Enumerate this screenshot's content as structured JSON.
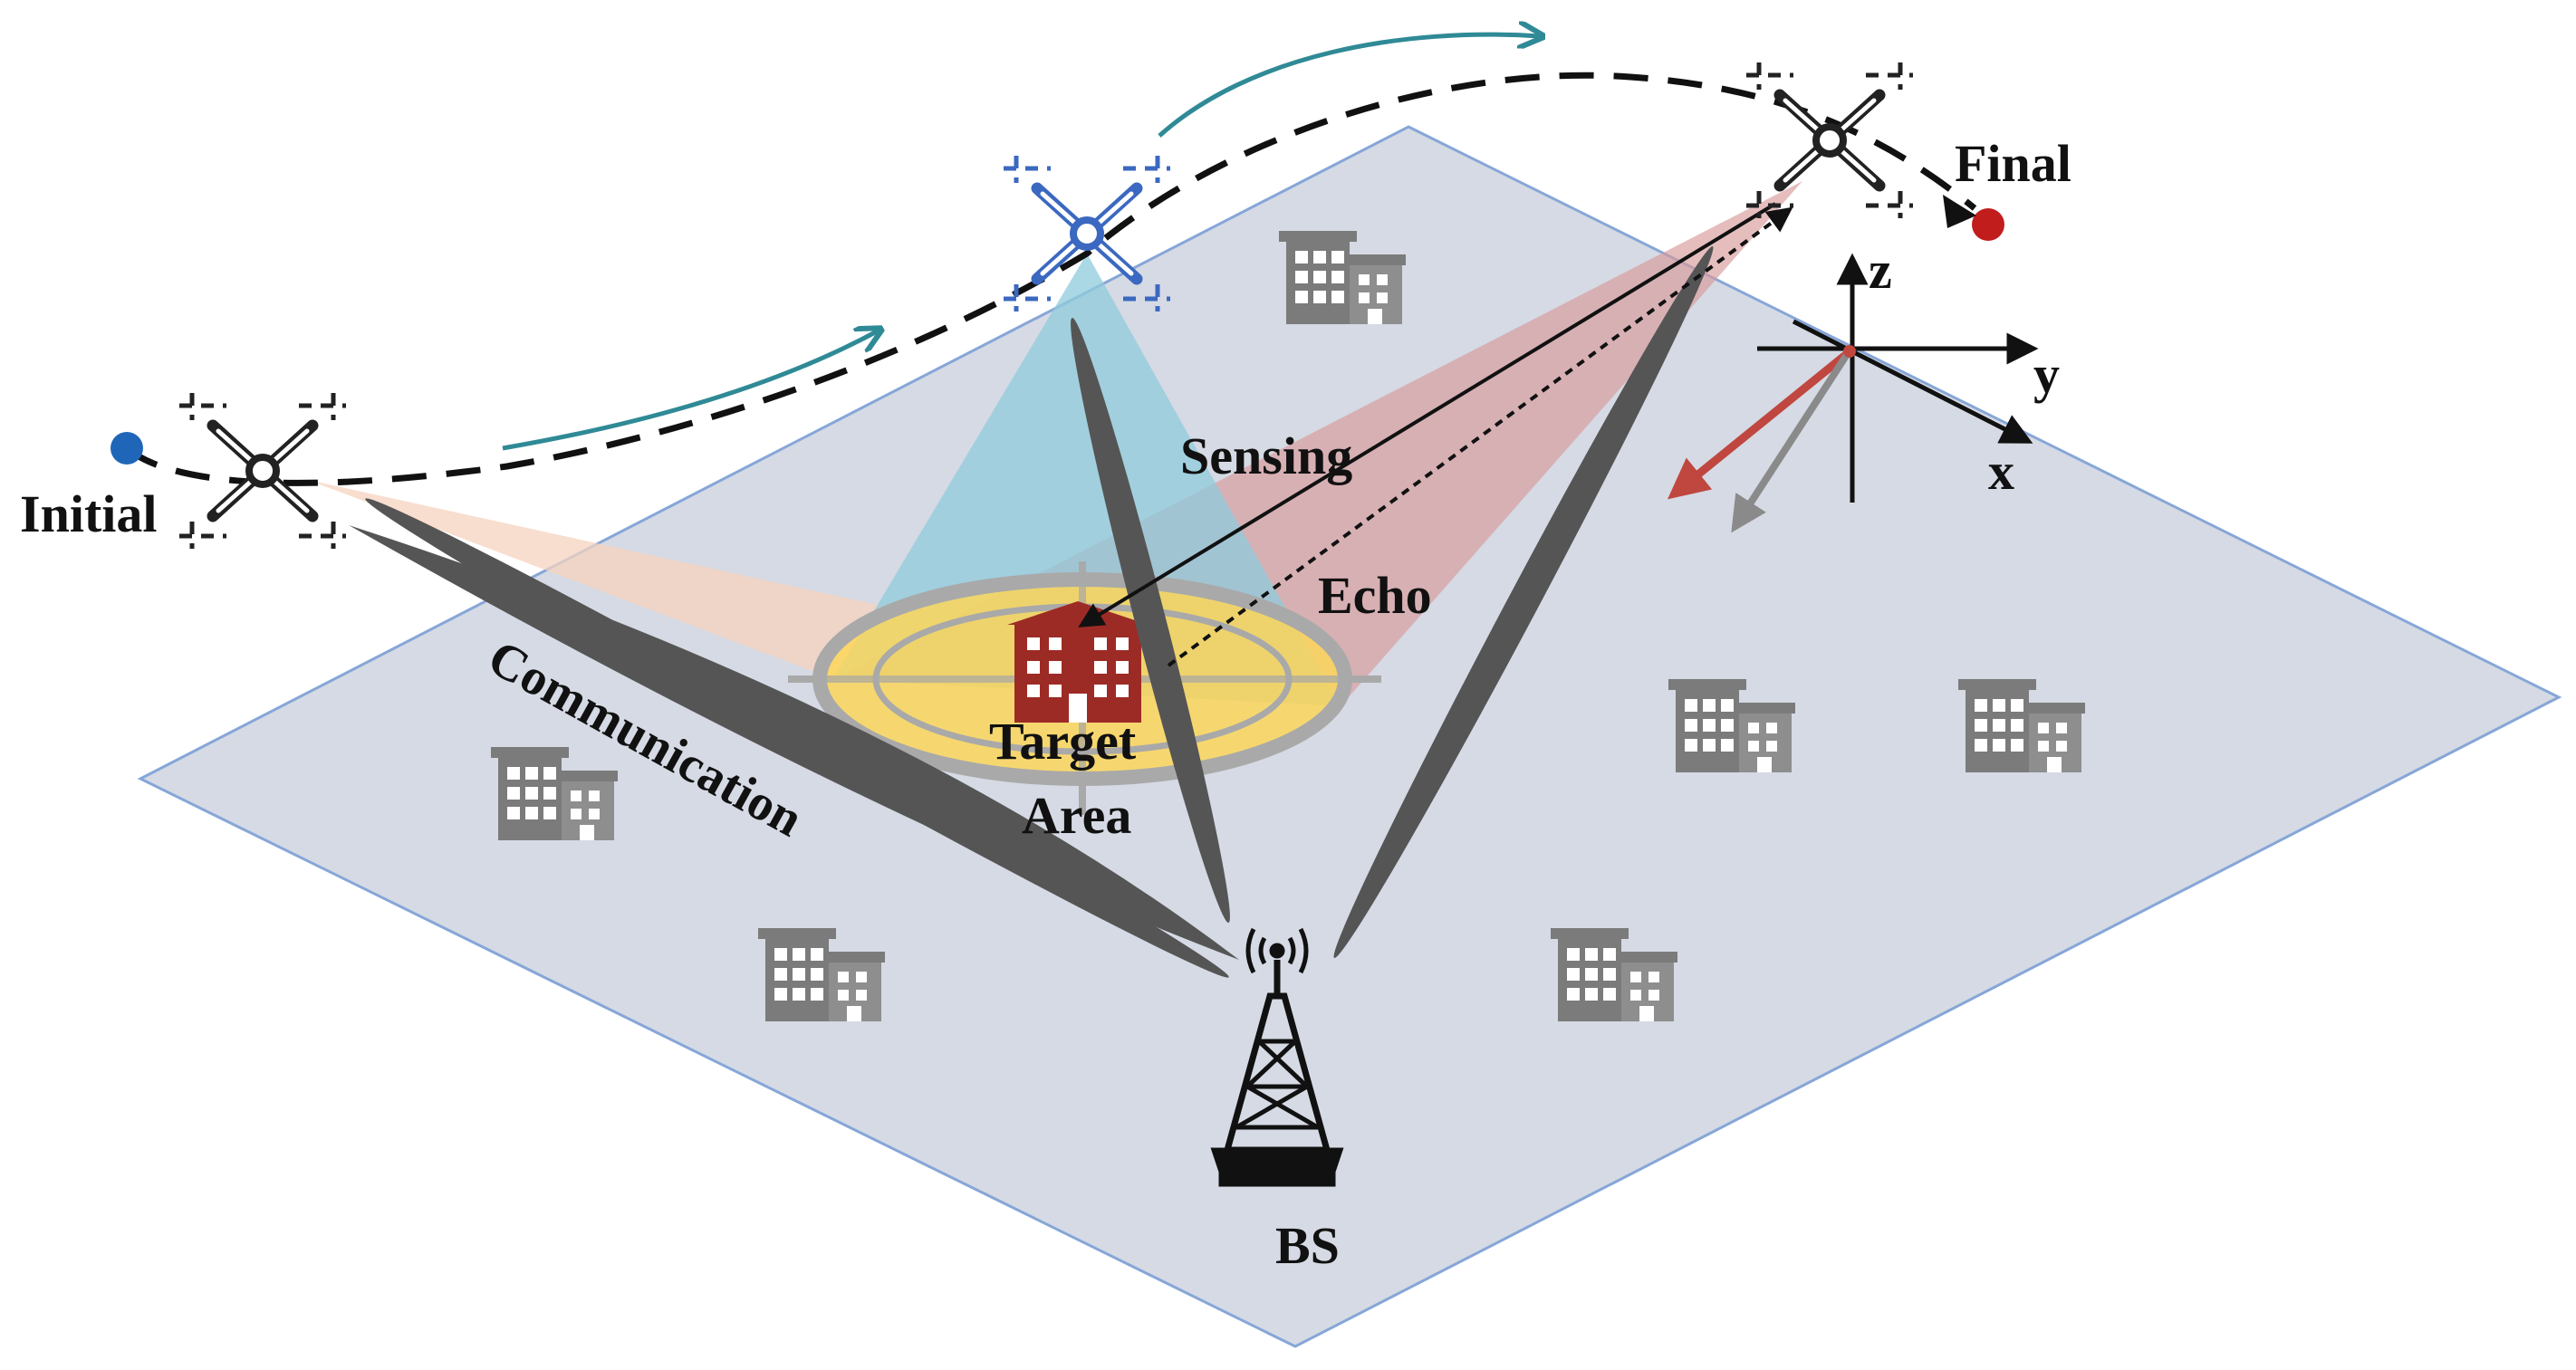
{
  "labels": {
    "initial": "Initial",
    "final": "Final",
    "sensing": "Sensing",
    "echo": "Echo",
    "communication": "Communication",
    "target_line1": "Target",
    "target_line2": "Area",
    "bs": "BS",
    "axis_x": "x",
    "axis_y": "y",
    "axis_z": "z"
  },
  "colors": {
    "ground": "#d5dae4",
    "ground_edge": "#86a6d8",
    "trajectory": "#111111",
    "motion_arrow": "#2f8a96",
    "uav_black": "#222222",
    "uav_blue": "#3b68c0",
    "comm_beam": "#555555",
    "sensing_beam": "#d99a9a",
    "blue_beam": "#8fcbdc",
    "orange_beam": "#f6d3bf",
    "target_fill": "#fcd65a",
    "target_ring": "#a9a9a9",
    "target_building": "#9d2b25",
    "building": "#7b7b7b",
    "initial_point": "#1f66b8",
    "final_point": "#c21d1d",
    "axis_red": "#c0473f",
    "axis_gray": "#8a8a8a"
  },
  "icons": [
    "uav-icon",
    "building-icon",
    "target-building-icon",
    "base-station-icon"
  ]
}
